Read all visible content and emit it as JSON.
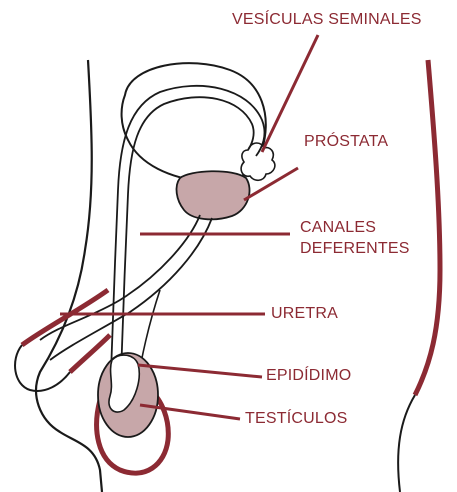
{
  "colors": {
    "accent": "#8c2a33",
    "outline": "#1a1a1a",
    "organ_fill": "#c7a7a9",
    "background": "#ffffff"
  },
  "labels": {
    "seminal_vesicles": "VESÍCULAS SEMINALES",
    "prostate": "PRÓSTATA",
    "vas_deferens_line1": "CANALES",
    "vas_deferens_line2": "DEFERENTES",
    "urethra": "URETRA",
    "epididymis": "EPIDÍDIMO",
    "testicles": "TESTÍCULOS"
  }
}
